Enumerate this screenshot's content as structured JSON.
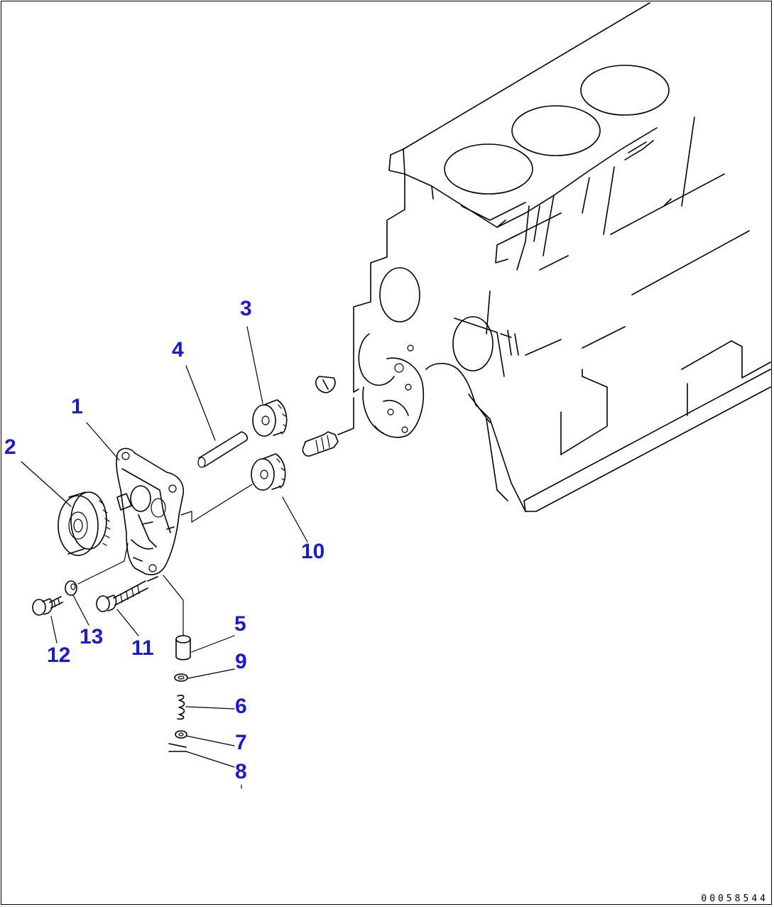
{
  "diagram": {
    "doc_number": "00058544",
    "callouts": [
      {
        "id": "c1",
        "label": "1"
      },
      {
        "id": "c2",
        "label": "2"
      },
      {
        "id": "c3",
        "label": "3"
      },
      {
        "id": "c4",
        "label": "4"
      },
      {
        "id": "c5",
        "label": "5"
      },
      {
        "id": "c6",
        "label": "6"
      },
      {
        "id": "c7",
        "label": "7"
      },
      {
        "id": "c8",
        "label": "8"
      },
      {
        "id": "c9",
        "label": "9"
      },
      {
        "id": "c10",
        "label": "10"
      },
      {
        "id": "c11",
        "label": "11"
      },
      {
        "id": "c12",
        "label": "12"
      },
      {
        "id": "c13",
        "label": "13"
      }
    ],
    "colors": {
      "callout": "#1a1ad6",
      "line": "#000000"
    }
  }
}
